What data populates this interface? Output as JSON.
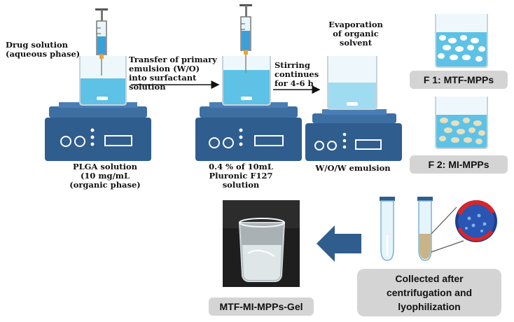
{
  "labels": {
    "drug_solution": "Drug solution\n(aqueous phase)",
    "transfer": "Transfer of primary\nemulsion (W/O)\ninto surfactant\nsolution",
    "stirring": "Stirring\ncontinues\nfor 4-6 h",
    "evaporation": "Evaporation\nof organic\nsolvent",
    "plga": "PLGA solution\n(10 mg/mL\n(organic phase)",
    "pluronic": "0.4 % of 10mL\nPluronic F127\nsolution",
    "wow": "W/O/W emulsion"
  },
  "boxes": {
    "f1": "F 1: MTF-MPPs",
    "f2": "F 2: MI-MPPs",
    "collected": "Collected after\ncentrifugation and\nlyophilization",
    "gel": "MTF-MI-MPPs-Gel"
  },
  "colors": {
    "liquid": "#5ec2e6",
    "liquid_light": "#9fdcf2",
    "stirrer_body": "#2f5d8e",
    "stirrer_top": "#3d6fa3",
    "arrow_big": "#2f5d8e",
    "pill_bg": "#d4d4d4",
    "pellet": "#c9b48a"
  },
  "icons": [
    "syringe-icon",
    "beaker-icon",
    "magnetic-stirrer-icon",
    "centrifuge-tube-icon",
    "microparticle-icon"
  ]
}
